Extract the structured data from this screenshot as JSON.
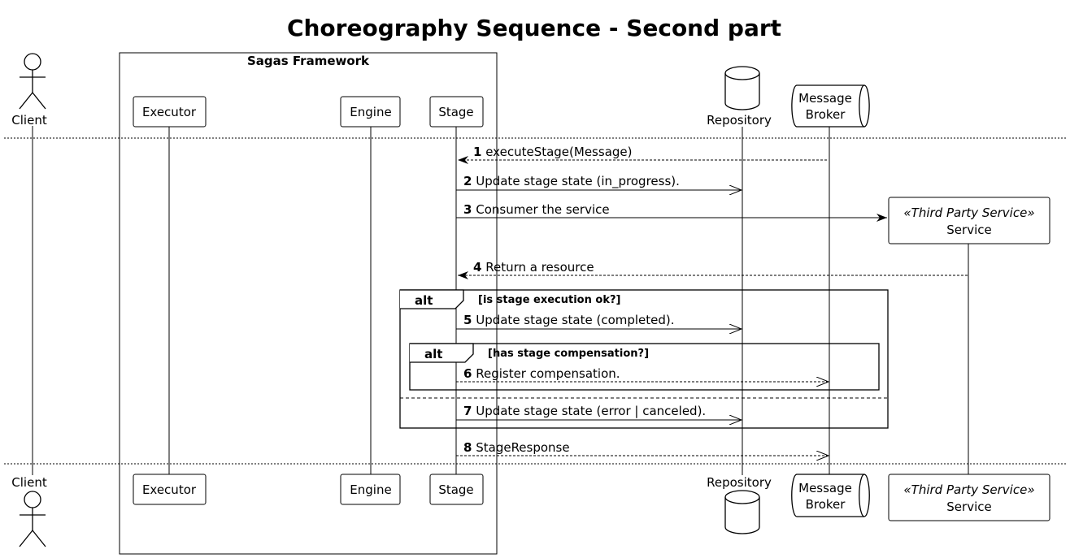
{
  "title": "Choreography Sequence - Second part",
  "group": {
    "label": "Sagas Framework"
  },
  "participants": {
    "client": "Client",
    "executor": "Executor",
    "engine": "Engine",
    "stage": "Stage",
    "repository": "Repository",
    "broker_line1": "Message",
    "broker_line2": "Broker",
    "service_stereotype": "«Third Party Service»",
    "service": "Service"
  },
  "messages": [
    {
      "num": "1",
      "text": "executeStage(Message)"
    },
    {
      "num": "2",
      "text": "Update stage state (in_progress)."
    },
    {
      "num": "3",
      "text": "Consumer the service"
    },
    {
      "num": "4",
      "text": "Return a resource"
    },
    {
      "num": "5",
      "text": "Update stage state (completed)."
    },
    {
      "num": "6",
      "text": "Register compensation."
    },
    {
      "num": "7",
      "text": "Update stage state (error | canceled)."
    },
    {
      "num": "8",
      "text": "StageResponse"
    }
  ],
  "fragments": {
    "outer_keyword": "alt",
    "outer_guard": "[is stage execution ok?]",
    "inner_keyword": "alt",
    "inner_guard": "[has stage compensation?]"
  }
}
